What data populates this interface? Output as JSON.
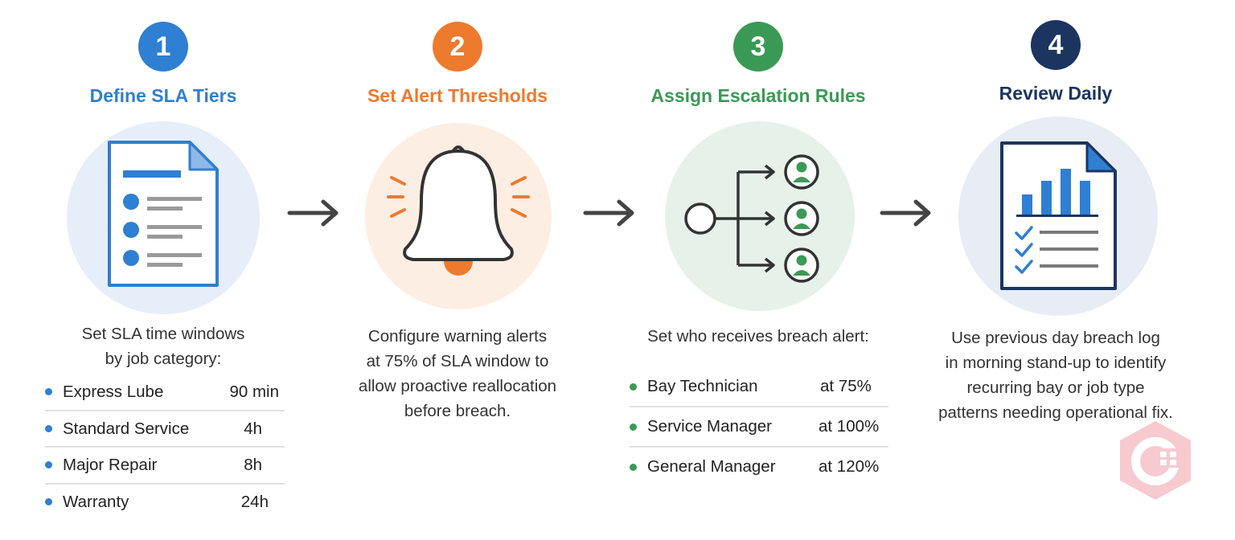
{
  "colors": {
    "step1": "#2f7fd2",
    "step2": "#ee7a2d",
    "step3": "#3a9a55",
    "step4": "#1c3560",
    "text": "#333333"
  },
  "steps": [
    {
      "number": "1",
      "title": "Define SLA Tiers",
      "icon": "document-list-icon",
      "description": [
        "Set SLA time windows",
        "by job category:"
      ],
      "items": [
        {
          "label": "Express Lube",
          "value": "90 min"
        },
        {
          "label": "Standard Service",
          "value": "4h"
        },
        {
          "label": "Major Repair",
          "value": "8h"
        },
        {
          "label": "Warranty",
          "value": "24h"
        }
      ]
    },
    {
      "number": "2",
      "title": "Set Alert Thresholds",
      "icon": "bell-alert-icon",
      "description": [
        "Configure warning alerts",
        "at 75% of SLA window to",
        "allow proactive reallocation",
        "before breach."
      ]
    },
    {
      "number": "3",
      "title": "Assign Escalation Rules",
      "icon": "escalation-tree-icon",
      "description": [
        "Set who receives breach alert:"
      ],
      "items": [
        {
          "label": "Bay Technician",
          "value": "at 75%"
        },
        {
          "label": "Service Manager",
          "value": "at 100%"
        },
        {
          "label": "General Manager",
          "value": "at 120%"
        }
      ]
    },
    {
      "number": "4",
      "title": "Review Daily",
      "icon": "report-chart-icon",
      "description": [
        "Use previous day breach log",
        "in morning stand-up to identify",
        "recurring bay or job type",
        "patterns needing operational fix."
      ]
    }
  ]
}
